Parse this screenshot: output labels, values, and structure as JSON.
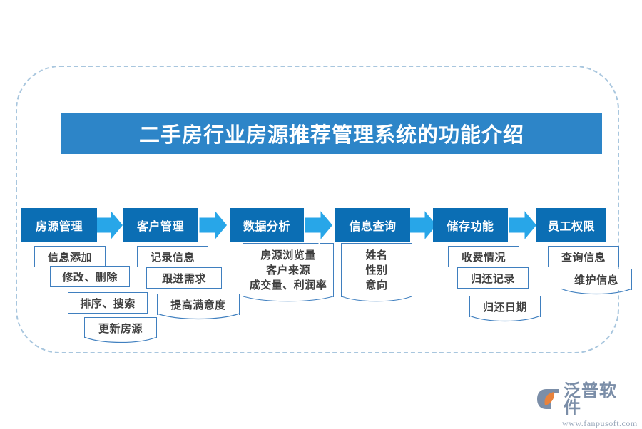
{
  "title": {
    "text": "二手房行业房源推荐管理系统的功能介绍"
  },
  "colors": {
    "title_banner": "#2d85c8",
    "process_box": "#0b6eb4",
    "arrow": "#28a6e8",
    "card_border": "#3f7fbf",
    "frame_dash": "#a8c6de",
    "card_text": "#3f3f3f",
    "logo_text": "#7b8ea8",
    "logo_accent": "#e8823c"
  },
  "process": [
    {
      "id": "house-management",
      "label": "房源管理",
      "cards": [
        {
          "lines": [
            "信息添加"
          ]
        },
        {
          "lines": [
            "修改、删除"
          ]
        },
        {
          "lines": [
            "排序、搜索"
          ]
        },
        {
          "lines": [
            "更新房源"
          ]
        }
      ]
    },
    {
      "id": "customer-management",
      "label": "客户管理",
      "cards": [
        {
          "lines": [
            "记录信息"
          ]
        },
        {
          "lines": [
            "跟进需求"
          ]
        },
        {
          "lines": [
            "提高满意度"
          ]
        }
      ]
    },
    {
      "id": "data-analysis",
      "label": "数据分析",
      "cards": [
        {
          "lines": [
            "房源浏览量",
            "客户来源",
            "成交量、利润率"
          ]
        }
      ]
    },
    {
      "id": "info-query",
      "label": "信息查询",
      "cards": [
        {
          "lines": [
            "姓名",
            "性别",
            "意向"
          ]
        }
      ]
    },
    {
      "id": "storage-function",
      "label": "储存功能",
      "cards": [
        {
          "lines": [
            "收费情况"
          ]
        },
        {
          "lines": [
            "归还记录"
          ]
        },
        {
          "lines": [
            "归还日期"
          ]
        }
      ]
    },
    {
      "id": "employee-permission",
      "label": "员工权限",
      "cards": [
        {
          "lines": [
            "查询信息"
          ]
        },
        {
          "lines": [
            "维护信息"
          ]
        }
      ]
    }
  ],
  "logo": {
    "name": "泛普软件",
    "url": "www.fanpusoft.com"
  }
}
